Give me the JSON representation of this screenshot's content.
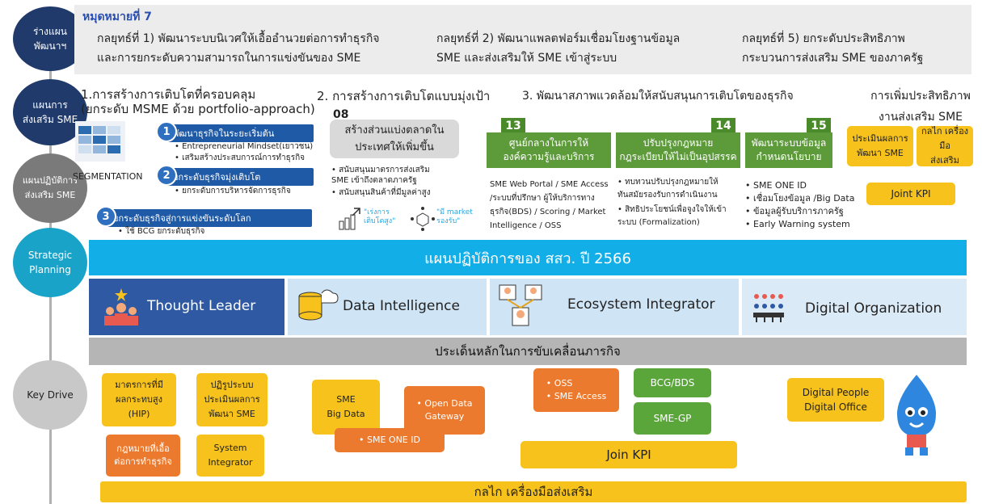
{
  "left_labels": {
    "plan": "ร่างแผน\nพัฒนาฯ",
    "promotion_plan": "แผนการ\nส่งเสริม SME",
    "action_plan": "แผนปฏิบัติการ\nส่งเสริม SME",
    "strategic": "Strategic\nPlanning",
    "key_drive": "Key Drive"
  },
  "top": {
    "heading": "หมุดหมายที่ 7",
    "strategy1": "กลยุทธ์ที่ 1) พัฒนาระบบนิเวศให้เอื้ออำนวยต่อการทำธุรกิจ\nและการยกระดับความสามารถในการแข่งขันของ SME",
    "strategy2": "กลยุทธ์ที่ 2) พัฒนาแพลตฟอร์มเชื่อมโยงฐานข้อมูล\nSME และส่งเสริมให้ SME เข้าสู่ระบบ",
    "strategy5": "กลยุทธ์ที่ 5) ยกระดับประสิทธิภาพ\nกระบวนการส่งเสริม SME ของภาครัฐ"
  },
  "sec1": {
    "title": "1.การสร้างการเติบโตที่ครอบคลุม\n(ยกระดับ MSME ด้วย portfolio-approach)",
    "segmentation": "SEGMENTATION",
    "items": [
      {
        "num": "1",
        "label": "พัฒนาธุรกิจในระยะเริ่มต้น",
        "bullets": [
          "Entrepreneurial Mindset(เยาวชน)",
          "เสริมสร้างประสบการณ์การทำธุรกิจ"
        ]
      },
      {
        "num": "2",
        "label": "ยกระดับธุรกิจมุ่งเติบโต",
        "bullets": [
          "ยกระดับการบริหารจัดการธุรกิจ"
        ]
      },
      {
        "num": "3",
        "label": "ยกระดับธุรกิจสู่การแข่งขันระดับโลก",
        "bullets": [
          "ใช้ BCG ยกระดับธุรกิจ"
        ]
      }
    ]
  },
  "sec2": {
    "title": "2. การสร้างการเติบโตแบบมุ่งเป้า",
    "num": "08",
    "box": "สร้างส่วนแบ่งตลาดใน\nประเทศให้เพิ่มขึ้น",
    "bullets": [
      "สนับสนุนมาตรการส่งเสริม\nSME เข้าถึงตลาดภาครัฐ",
      "สนับสนุนสินค้าที่มีมูลค่าสูง"
    ],
    "tag1": "\"เร่งการ\nเติบโตสูง\"",
    "tag2": "\"มี market\nรองรับ\""
  },
  "sec3": {
    "title": "3. พัฒนาสภาพแวดล้อมให้สนับสนุนการเติบโตของธุรกิจ",
    "boxes": [
      {
        "num": "13",
        "label": "ศูนย์กลางในการให้\nองค์ความรู้และบริการ",
        "desc": "SME Web Portal / SME Access\n/ระบบที่ปรึกษา ผู้ให้บริการทาง\nธุรกิจ(BDS) / Scoring / Market\nIntelligence / OSS"
      },
      {
        "num": "14",
        "label": "ปรับปรุงกฎหมาย\nกฎระเบียบให้ไม่เป็นอุปสรรค",
        "bullets": [
          "ทบทวนปรับปรุงกฎหมายให้\nทันสมัยรองรับการดำเนินงาน",
          "สิทธิประโยชน์เพื่อจูงใจให้เข้า\nระบบ (Formalization)"
        ]
      },
      {
        "num": "15",
        "label": "พัฒนาระบบข้อมูล\nกำหนดนโยบาย",
        "bullets": [
          "SME ONE ID",
          "เชื่อมโยงข้อมูล /Big Data",
          "ข้อมูลผู้รับบริการภาครัฐ",
          "Early Warning system"
        ]
      }
    ]
  },
  "sec4": {
    "title": "การเพิ่มประสิทธิภาพ\nงานส่งเสริม SME",
    "box1": "ประเมินผลการ\nพัฒนา SME",
    "box2": "กลไก เครื่องมือ\nส่งเสริม",
    "box3": "Joint KPI"
  },
  "strategic": {
    "bar": "แผนปฏิบัติการของ สสว. ปี 2566",
    "pillars": [
      "Thought Leader",
      "Data Intelligence",
      "Ecosystem Integrator",
      "Digital Organization"
    ],
    "sub_bar": "ประเด็นหลักในการขับเคลื่อนภารกิจ"
  },
  "key_drive": {
    "hip": "มาตรการที่มี\nผลกระทบสูง\n(HIP)",
    "eval": "ปฏิรูประบบ\nประเมินผลการ\nพัฒนา SME",
    "law": "กฎหมายที่เอื้อ\nต่อการทำธุรกิจ",
    "integrator": "System\nIntegrator",
    "bigdata": "SME\nBig Data",
    "opendata": "• Open Data\nGateway",
    "oneid": "• SME ONE ID",
    "oss": "• OSS\n• SME Access",
    "bcg": "BCG/BDS",
    "gp": "SME-GP",
    "joinkpi": "Join KPI",
    "digital": "Digital People\nDigital Office",
    "bottom": "กลไก เครื่องมือส่งเสริม"
  },
  "colors": {
    "navy": "#1f3a6b",
    "teal_bar": "#12aee8",
    "pillar_dark": "#2f5aa3",
    "yellow": "#f7c21b",
    "orange": "#ec7a2e",
    "green": "#5aa63a"
  }
}
